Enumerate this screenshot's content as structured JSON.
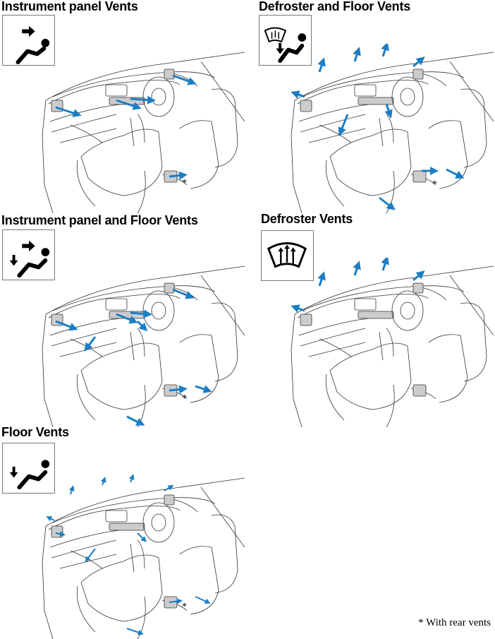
{
  "panels": [
    {
      "title": "Instrument panel Vents",
      "icon": "face-vent-icon",
      "asterisk": "*"
    },
    {
      "title": "Defroster and Floor Vents",
      "icon": "defrost-floor-vent-icon",
      "asterisk": "*"
    },
    {
      "title": "Instrument panel and Floor Vents",
      "icon": "face-floor-vent-icon",
      "asterisk": "*"
    },
    {
      "title": "Defroster Vents",
      "icon": "defrost-vent-icon"
    },
    {
      "title": "Floor Vents",
      "icon": "floor-vent-icon",
      "asterisk": "*"
    }
  ],
  "footnote": "* With rear vents",
  "colors": {
    "arrow": "#1b7ec4",
    "line": "#333333"
  }
}
